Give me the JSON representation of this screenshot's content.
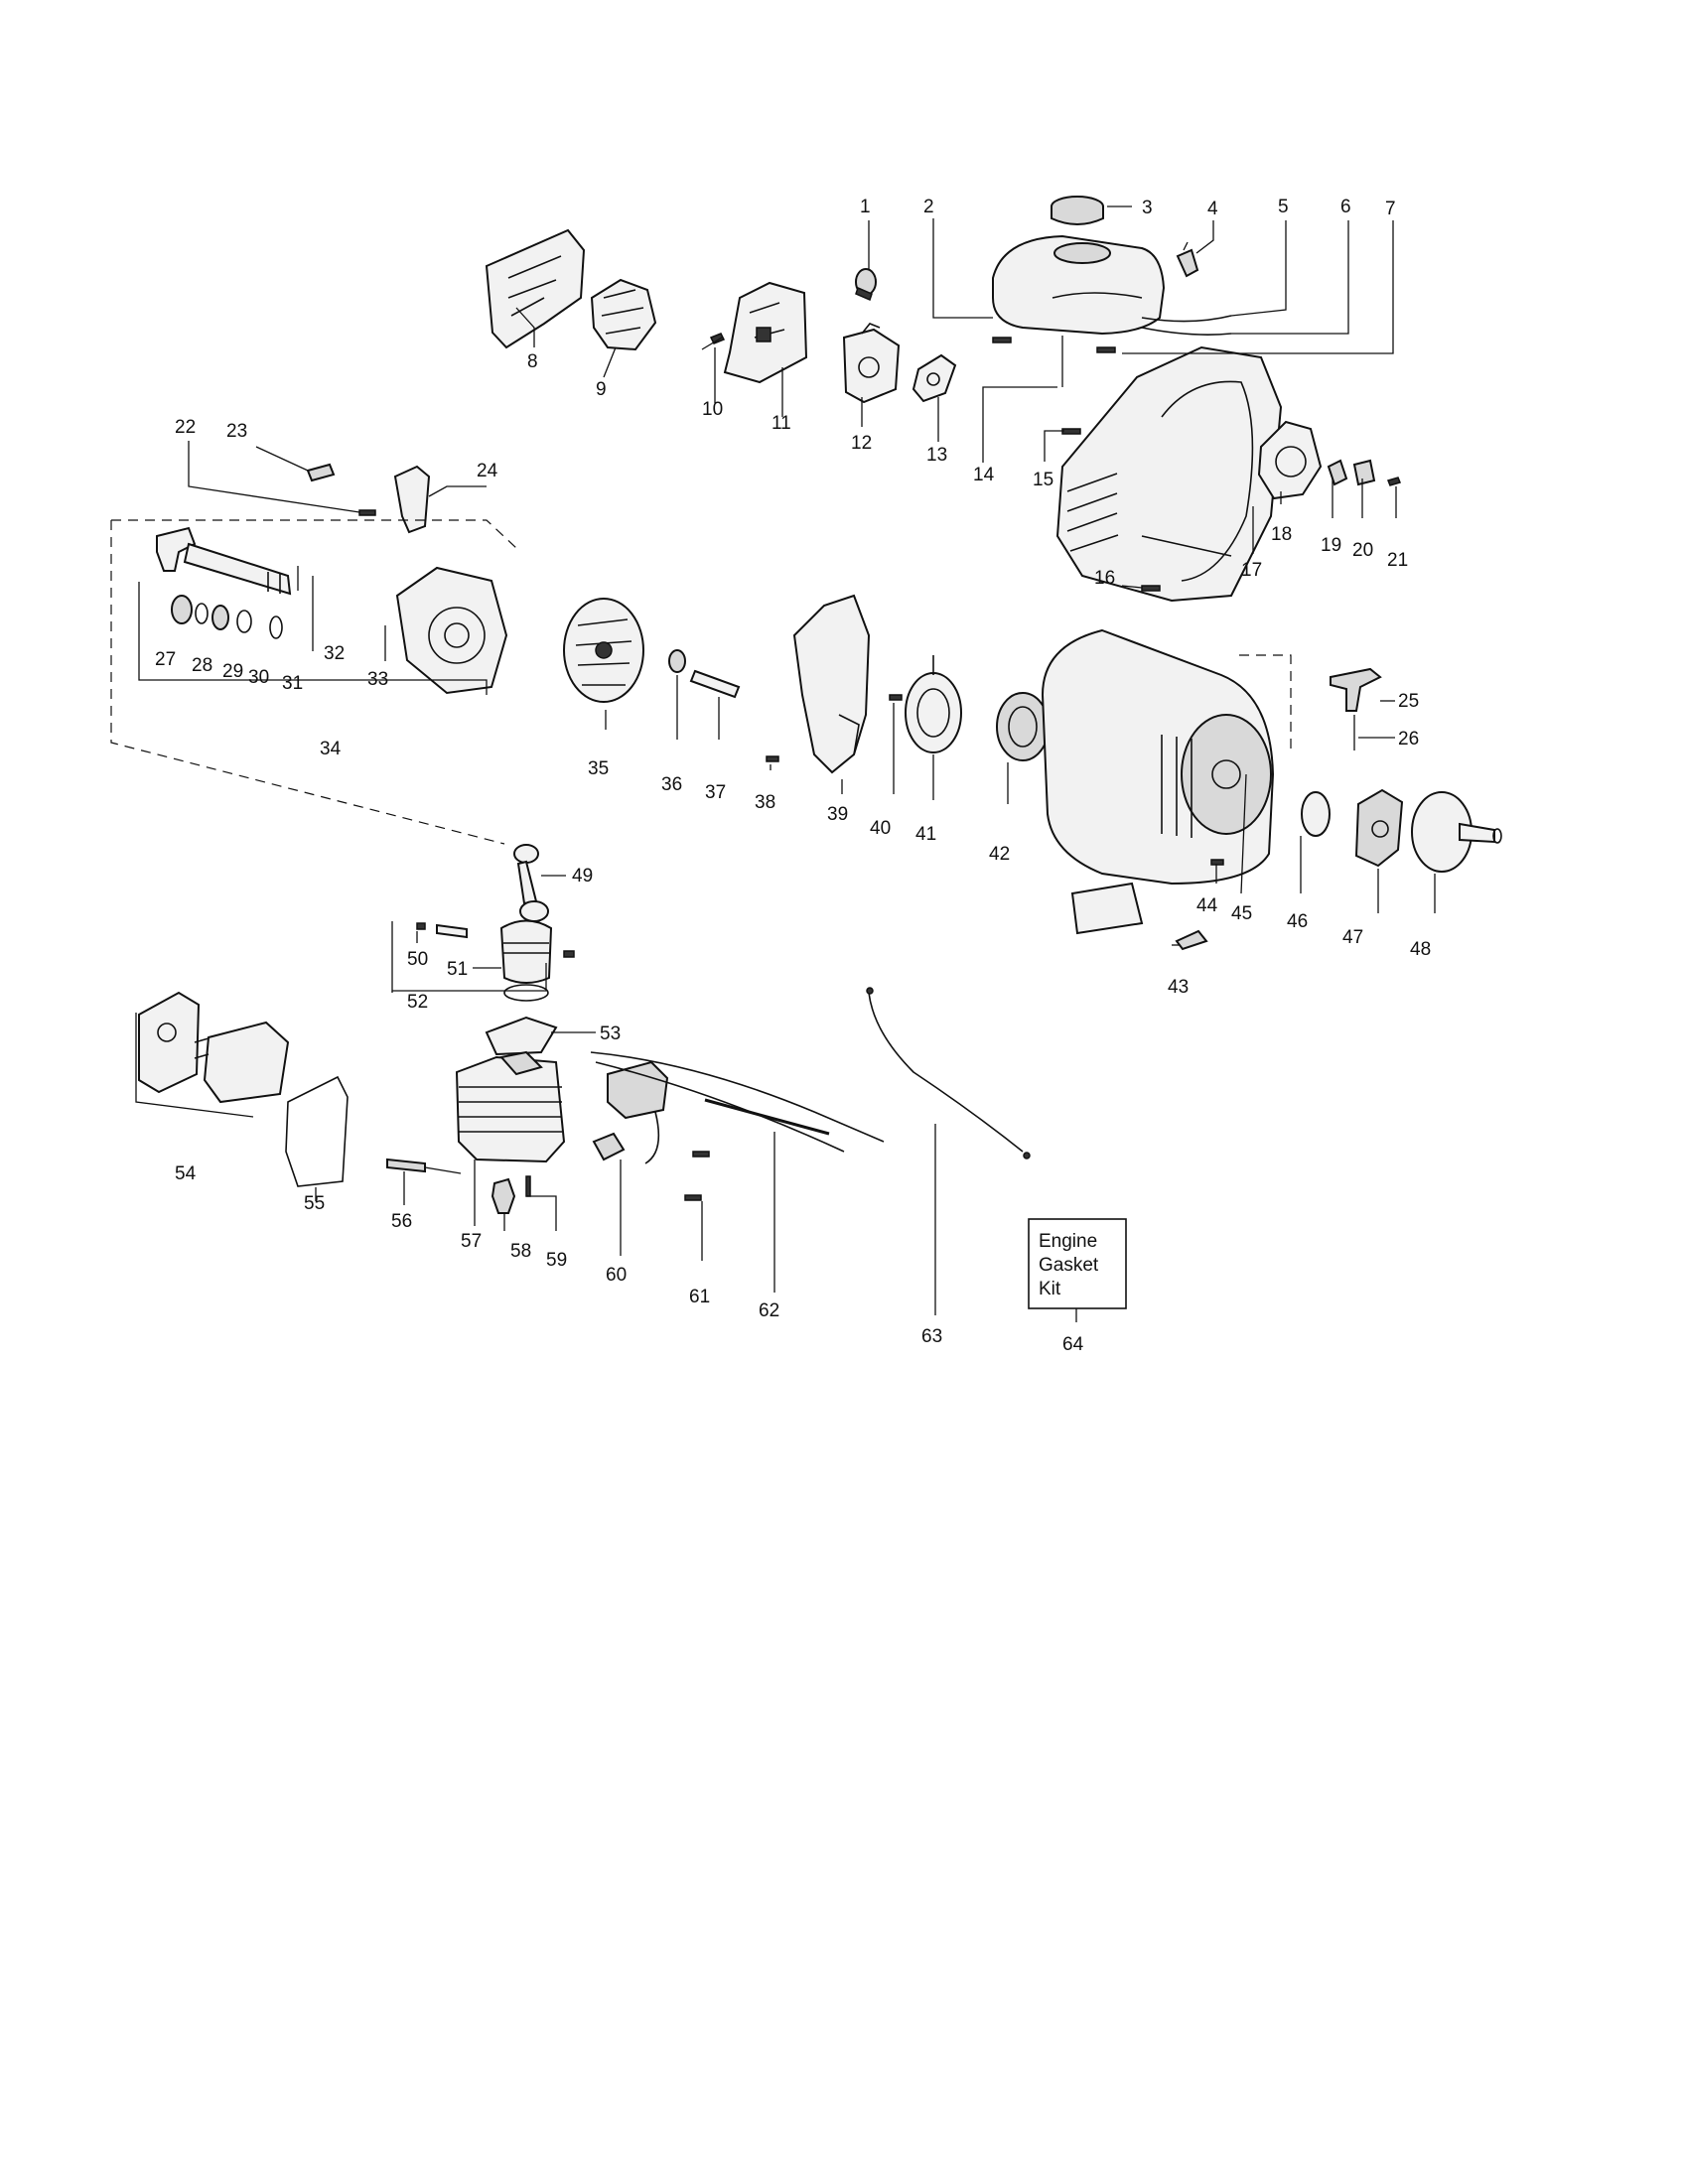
{
  "parts": [
    {
      "id": "p1",
      "label": "1"
    },
    {
      "id": "p2",
      "label": "2"
    },
    {
      "id": "p3",
      "label": "3"
    },
    {
      "id": "p4",
      "label": "4"
    },
    {
      "id": "p5",
      "label": "5"
    },
    {
      "id": "p6",
      "label": "6"
    },
    {
      "id": "p7",
      "label": "7"
    },
    {
      "id": "p8",
      "label": "8"
    },
    {
      "id": "p9",
      "label": "9"
    },
    {
      "id": "p10",
      "label": "10"
    },
    {
      "id": "p11",
      "label": "11"
    },
    {
      "id": "p12",
      "label": "12"
    },
    {
      "id": "p13",
      "label": "13"
    },
    {
      "id": "p14",
      "label": "14"
    },
    {
      "id": "p15",
      "label": "15"
    },
    {
      "id": "p16",
      "label": "16"
    },
    {
      "id": "p17",
      "label": "17"
    },
    {
      "id": "p18",
      "label": "18"
    },
    {
      "id": "p19",
      "label": "19"
    },
    {
      "id": "p20",
      "label": "20"
    },
    {
      "id": "p21",
      "label": "21"
    },
    {
      "id": "p22",
      "label": "22"
    },
    {
      "id": "p23",
      "label": "23"
    },
    {
      "id": "p24",
      "label": "24"
    },
    {
      "id": "p25",
      "label": "25"
    },
    {
      "id": "p26",
      "label": "26"
    },
    {
      "id": "p27",
      "label": "27"
    },
    {
      "id": "p28",
      "label": "28"
    },
    {
      "id": "p29",
      "label": "29"
    },
    {
      "id": "p30",
      "label": "30"
    },
    {
      "id": "p31",
      "label": "31"
    },
    {
      "id": "p32",
      "label": "32"
    },
    {
      "id": "p33",
      "label": "33"
    },
    {
      "id": "p34",
      "label": "34"
    },
    {
      "id": "p35",
      "label": "35"
    },
    {
      "id": "p36",
      "label": "36"
    },
    {
      "id": "p37",
      "label": "37"
    },
    {
      "id": "p38",
      "label": "38"
    },
    {
      "id": "p39",
      "label": "39"
    },
    {
      "id": "p40",
      "label": "40"
    },
    {
      "id": "p41",
      "label": "41"
    },
    {
      "id": "p42",
      "label": "42"
    },
    {
      "id": "p43",
      "label": "43"
    },
    {
      "id": "p44",
      "label": "44"
    },
    {
      "id": "p45",
      "label": "45"
    },
    {
      "id": "p46",
      "label": "46"
    },
    {
      "id": "p47",
      "label": "47"
    },
    {
      "id": "p48",
      "label": "48"
    },
    {
      "id": "p49",
      "label": "49"
    },
    {
      "id": "p50",
      "label": "50"
    },
    {
      "id": "p51",
      "label": "51"
    },
    {
      "id": "p52",
      "label": "52"
    },
    {
      "id": "p53",
      "label": "53"
    },
    {
      "id": "p54",
      "label": "54"
    },
    {
      "id": "p55",
      "label": "55"
    },
    {
      "id": "p56",
      "label": "56"
    },
    {
      "id": "p57",
      "label": "57"
    },
    {
      "id": "p58",
      "label": "58"
    },
    {
      "id": "p59",
      "label": "59"
    },
    {
      "id": "p60",
      "label": "60"
    },
    {
      "id": "p61",
      "label": "61"
    },
    {
      "id": "p62",
      "label": "62"
    },
    {
      "id": "p63",
      "label": "63"
    },
    {
      "id": "p64",
      "label": "64"
    }
  ],
  "gasket_kit": {
    "line1": "Engine",
    "line2": "Gasket",
    "line3": "Kit"
  }
}
